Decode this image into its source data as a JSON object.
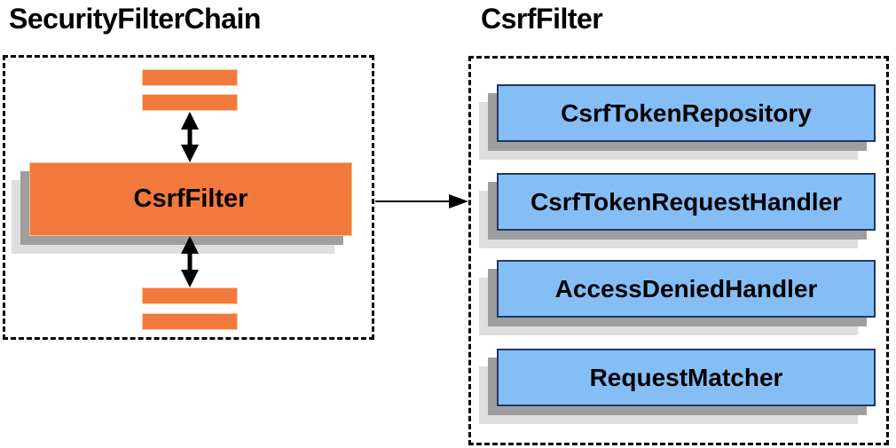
{
  "left_panel": {
    "title": "SecurityFilterChain",
    "filter_label": "CsrfFilter",
    "filter_bars_count": 4
  },
  "right_panel": {
    "title": "CsrfFilter",
    "components": [
      "CsrfTokenRepository",
      "CsrfTokenRequestHandler",
      "AccessDeniedHandler",
      "RequestMatcher"
    ]
  },
  "icons": {
    "vertical_arrows": "double-headed-arrow-icon",
    "connector": "right-arrow-icon"
  },
  "colors": {
    "background": "#FFFFFF",
    "orange_fill": "#F2793C",
    "blue_fill": "#85BEF5",
    "blue_border": "#1F3864",
    "shadow_dark": "#9E9E9E",
    "shadow_light": "#DEDEDE",
    "dashed_border": "#000000",
    "arrow": "#000000",
    "text": "#000000"
  }
}
